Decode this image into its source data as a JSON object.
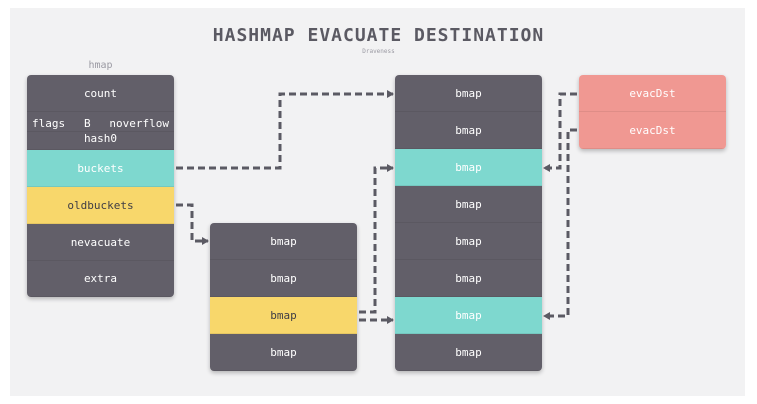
{
  "title": "HASHMAP EVACUATE DESTINATION",
  "subtitle": "Draveness",
  "hmap": {
    "caption": "hmap",
    "count": "count",
    "flags": "flags",
    "b": "B",
    "noverflow": "noverflow",
    "hash0": "hash0",
    "buckets": "buckets",
    "oldbuckets": "oldbuckets",
    "nevacuate": "nevacuate",
    "extra": "extra"
  },
  "old_buckets": [
    "bmap",
    "bmap",
    "bmap",
    "bmap"
  ],
  "new_buckets": [
    "bmap",
    "bmap",
    "bmap",
    "bmap",
    "bmap",
    "bmap",
    "bmap",
    "bmap"
  ],
  "evac_dst": [
    "evacDst",
    "evacDst"
  ],
  "colors": {
    "dark": "#625f69",
    "teal": "#7ed8cf",
    "yellow": "#f8d76b",
    "salmon": "#f09892",
    "arrow": "#5b5a63",
    "background": "#f2f2f3"
  }
}
